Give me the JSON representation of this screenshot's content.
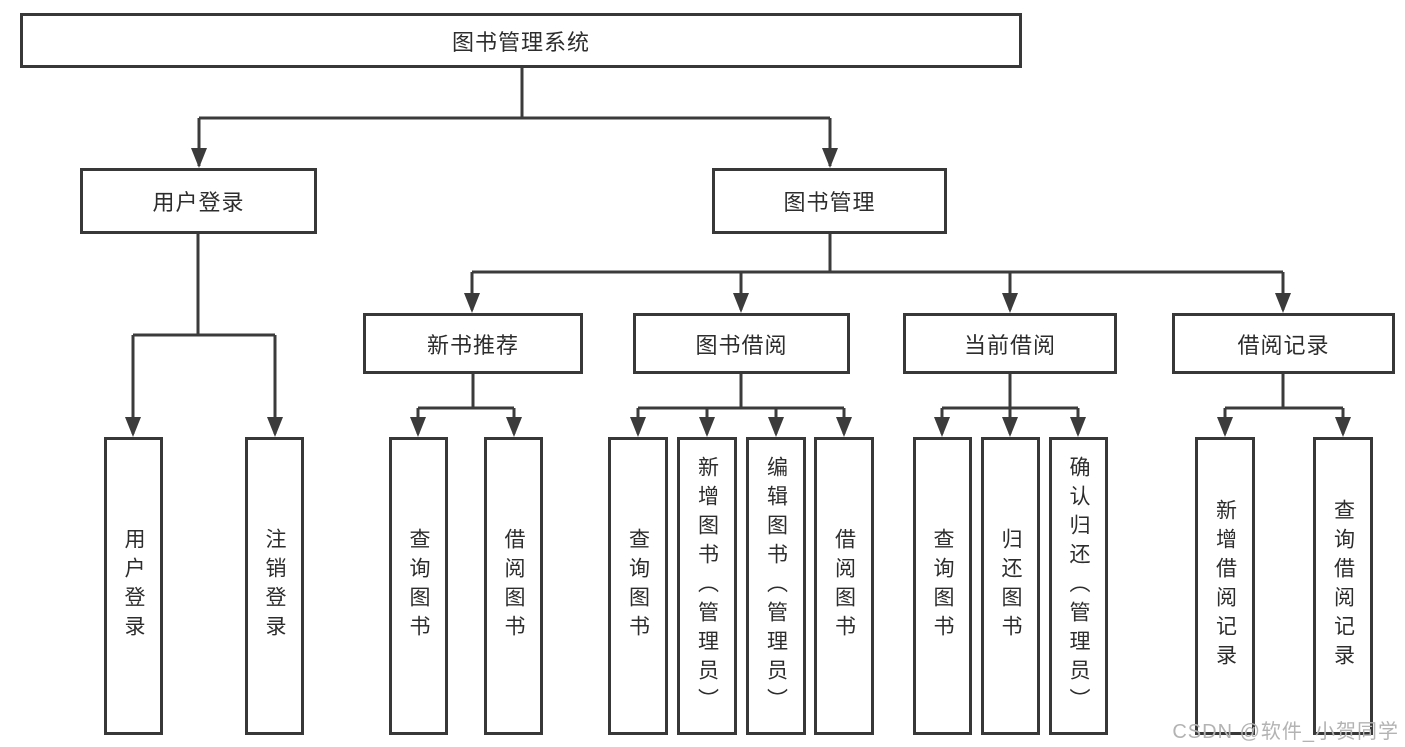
{
  "diagram": {
    "root": {
      "label": "图书管理系统"
    },
    "level2": [
      {
        "label": "用户登录"
      },
      {
        "label": "图书管理"
      }
    ],
    "level3": [
      {
        "label": "新书推荐"
      },
      {
        "label": "图书借阅"
      },
      {
        "label": "当前借阅"
      },
      {
        "label": "借阅记录"
      }
    ],
    "level4": [
      {
        "label": "用户登录"
      },
      {
        "label": "注销登录"
      },
      {
        "label": "查询图书"
      },
      {
        "label": "借阅图书"
      },
      {
        "label": "查询图书"
      },
      {
        "label": "新增图书（管理员）"
      },
      {
        "label": "编辑图书（管理员）"
      },
      {
        "label": "借阅图书"
      },
      {
        "label": "查询图书"
      },
      {
        "label": "归还图书"
      },
      {
        "label": "确认归还（管理员）"
      },
      {
        "label": "新增借阅记录"
      },
      {
        "label": "查询借阅记录"
      }
    ]
  },
  "watermark": {
    "text": "CSDN @软件_小贺同学"
  },
  "colors": {
    "line": "#3b3b3b",
    "box_border": "#383838",
    "text": "#2d2d2d",
    "watermark": "#b3b3b3",
    "background": "#ffffff"
  }
}
